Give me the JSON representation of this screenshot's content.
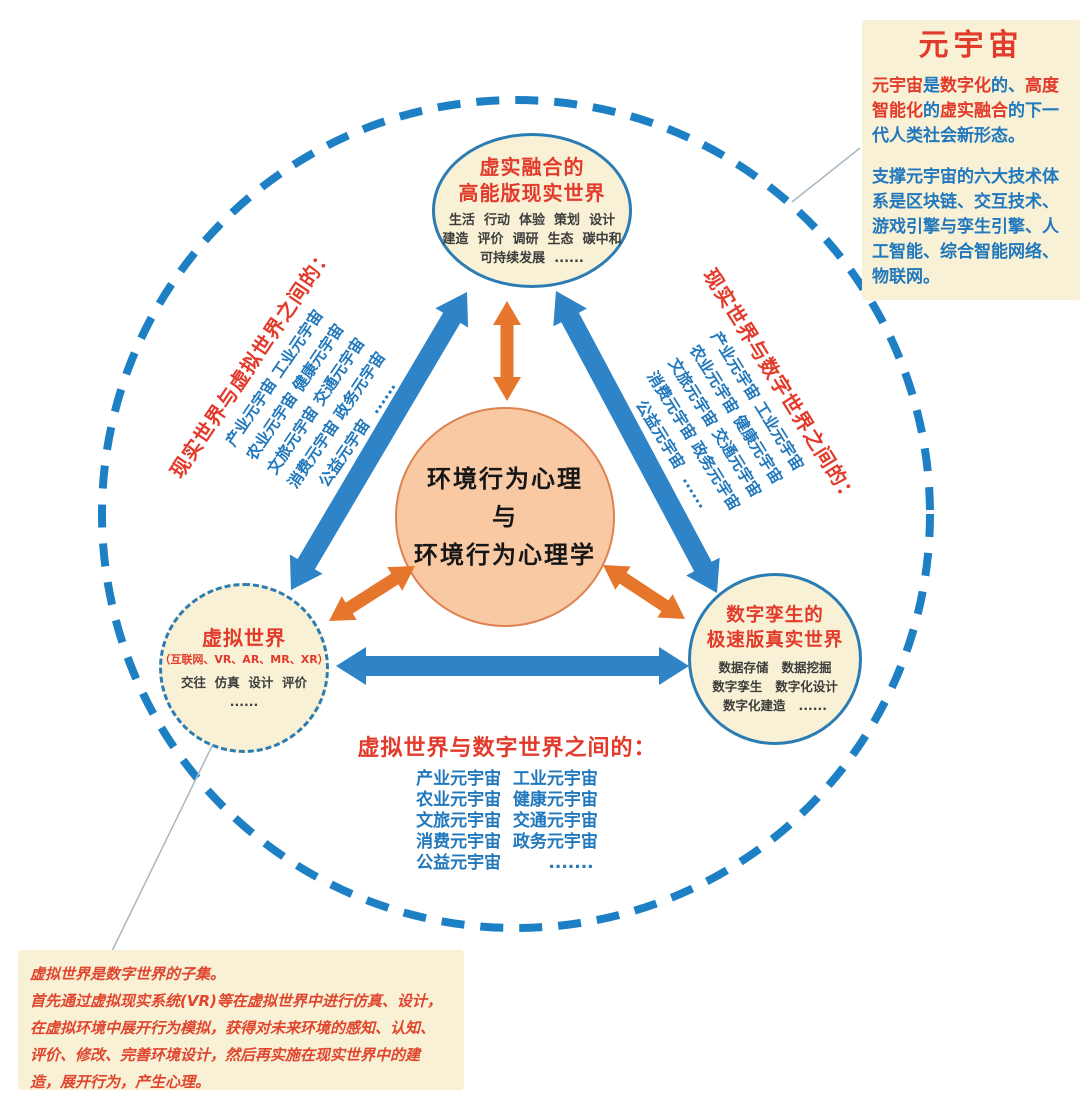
{
  "colors": {
    "red": "#e23a2b",
    "blue_text": "#2178bc",
    "blue_arrow": "#2e84c6",
    "orange": "#e6762b",
    "cream": "#f8f1d5",
    "peach": "#f9c9a4",
    "peach_border": "#dd8350",
    "circle_border": "#2c7cb4",
    "dashed_circle": "#1e80c4",
    "dark_text": "#3d3d3d",
    "connector": "#a9b7c3"
  },
  "circles": {
    "top": {
      "title_lines": [
        "虚实融合的",
        "高能版现实世界"
      ],
      "body_lines": [
        "生活  行动  体验  策划  设计",
        "建造  评价  调研  生态  碳中和",
        "可持续发展  ......"
      ]
    },
    "left": {
      "title": "虚拟世界",
      "subtitle": "（互联网、VR、AR、MR、XR）",
      "body_lines": [
        "交往  仿真  设计  评价",
        "......"
      ]
    },
    "right": {
      "title_lines": [
        "数字孪生的",
        "极速版真实世界"
      ],
      "body_lines": [
        "数据存储   数据挖掘",
        "数字孪生   数字化设计",
        "数字化建造   ......"
      ]
    },
    "center": {
      "lines": [
        "环境行为心理",
        "与",
        "环境行为心理学"
      ]
    }
  },
  "edge_labels": {
    "left": {
      "title": "现实世界与虚拟世界之间的：",
      "items": [
        "产业元宇宙 工业元宇宙",
        "农业元宇宙 健康元宇宙",
        "文旅元宇宙 交通元宇宙",
        "消费元宇宙 政务元宇宙",
        "公益元宇宙  ......"
      ]
    },
    "right": {
      "title": "现实世界与数字世界之间的：",
      "items": [
        "产业元宇宙 工业元宇宙",
        "农业元宇宙 健康元宇宙",
        "文旅元宇宙 交通元宇宙",
        "消费元宇宙 政务元宇宙",
        "公益元宇宙  ......"
      ]
    },
    "bottom": {
      "title": "虚拟世界与数字世界之间的：",
      "items": [
        "产业元宇宙  工业元宇宙",
        "农业元宇宙  健康元宇宙",
        "文旅元宇宙  交通元宇宙",
        "消费元宇宙  政务元宇宙",
        "公益元宇宙        ......."
      ]
    }
  },
  "metaverse_box": {
    "title": "元宇宙",
    "para1_segments": [
      {
        "text": "元宇宙",
        "color": "red"
      },
      {
        "text": "是",
        "color": "blue"
      },
      {
        "text": "数字化",
        "color": "red"
      },
      {
        "text": "的、",
        "color": "blue"
      },
      {
        "text": "高度智能化",
        "color": "red"
      },
      {
        "text": "的",
        "color": "blue"
      },
      {
        "text": "虚实融合",
        "color": "red"
      },
      {
        "text": "的下一代人类社会新形态。",
        "color": "blue"
      }
    ],
    "para2": "支撑元宇宙的六大技术体系是区块链、交互技术、游戏引擎与孪生引擎、人工智能、综合智能网络、物联网。"
  },
  "note_box": {
    "lines": [
      "虚拟世界是数字世界的子集。",
      "首先通过虚拟现实系统(VR)等在虚拟世界中进行仿真、设计，",
      "在虚拟环境中展开行为模拟，获得对未来环境的感知、认知、",
      "评价、修改、完善环境设计，然后再实施在现实世界中的建",
      "造，展开行为，产生心理。"
    ]
  }
}
